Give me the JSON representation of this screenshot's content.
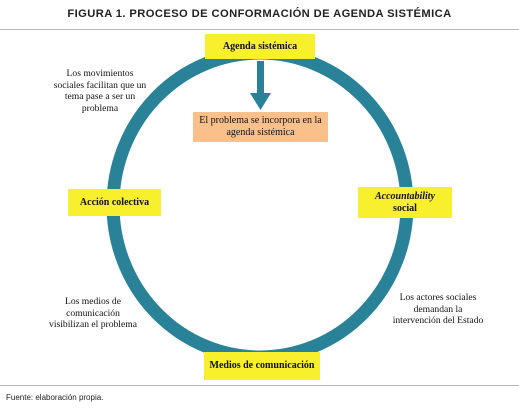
{
  "figure_title": "FIGURA 1. PROCESO DE CONFORMACIÓN DE AGENDA SISTÉMICA",
  "nodes": {
    "top": "Agenda sistémica",
    "center": "El problema se incorpora en la agenda sistémica",
    "left": "Acción  colectiva",
    "right_italic": "Accountability",
    "right_rest": "social",
    "bottom": "Medios de comunicación"
  },
  "notes": {
    "top_left": "Los movimientos\nsociales facilitan que un\ntema pase a ser un\nproblema",
    "bottom_left": "Los medios de\ncomunicación\nvisibilizan el problema",
    "bottom_right": "Los actores sociales\ndemandan la\nintervención del Estado"
  },
  "source": "Fuente: elaboración propia.",
  "colors": {
    "ring": "#2a8299",
    "node_fill": "#f8f02c",
    "center_fill": "#f9c08b"
  }
}
